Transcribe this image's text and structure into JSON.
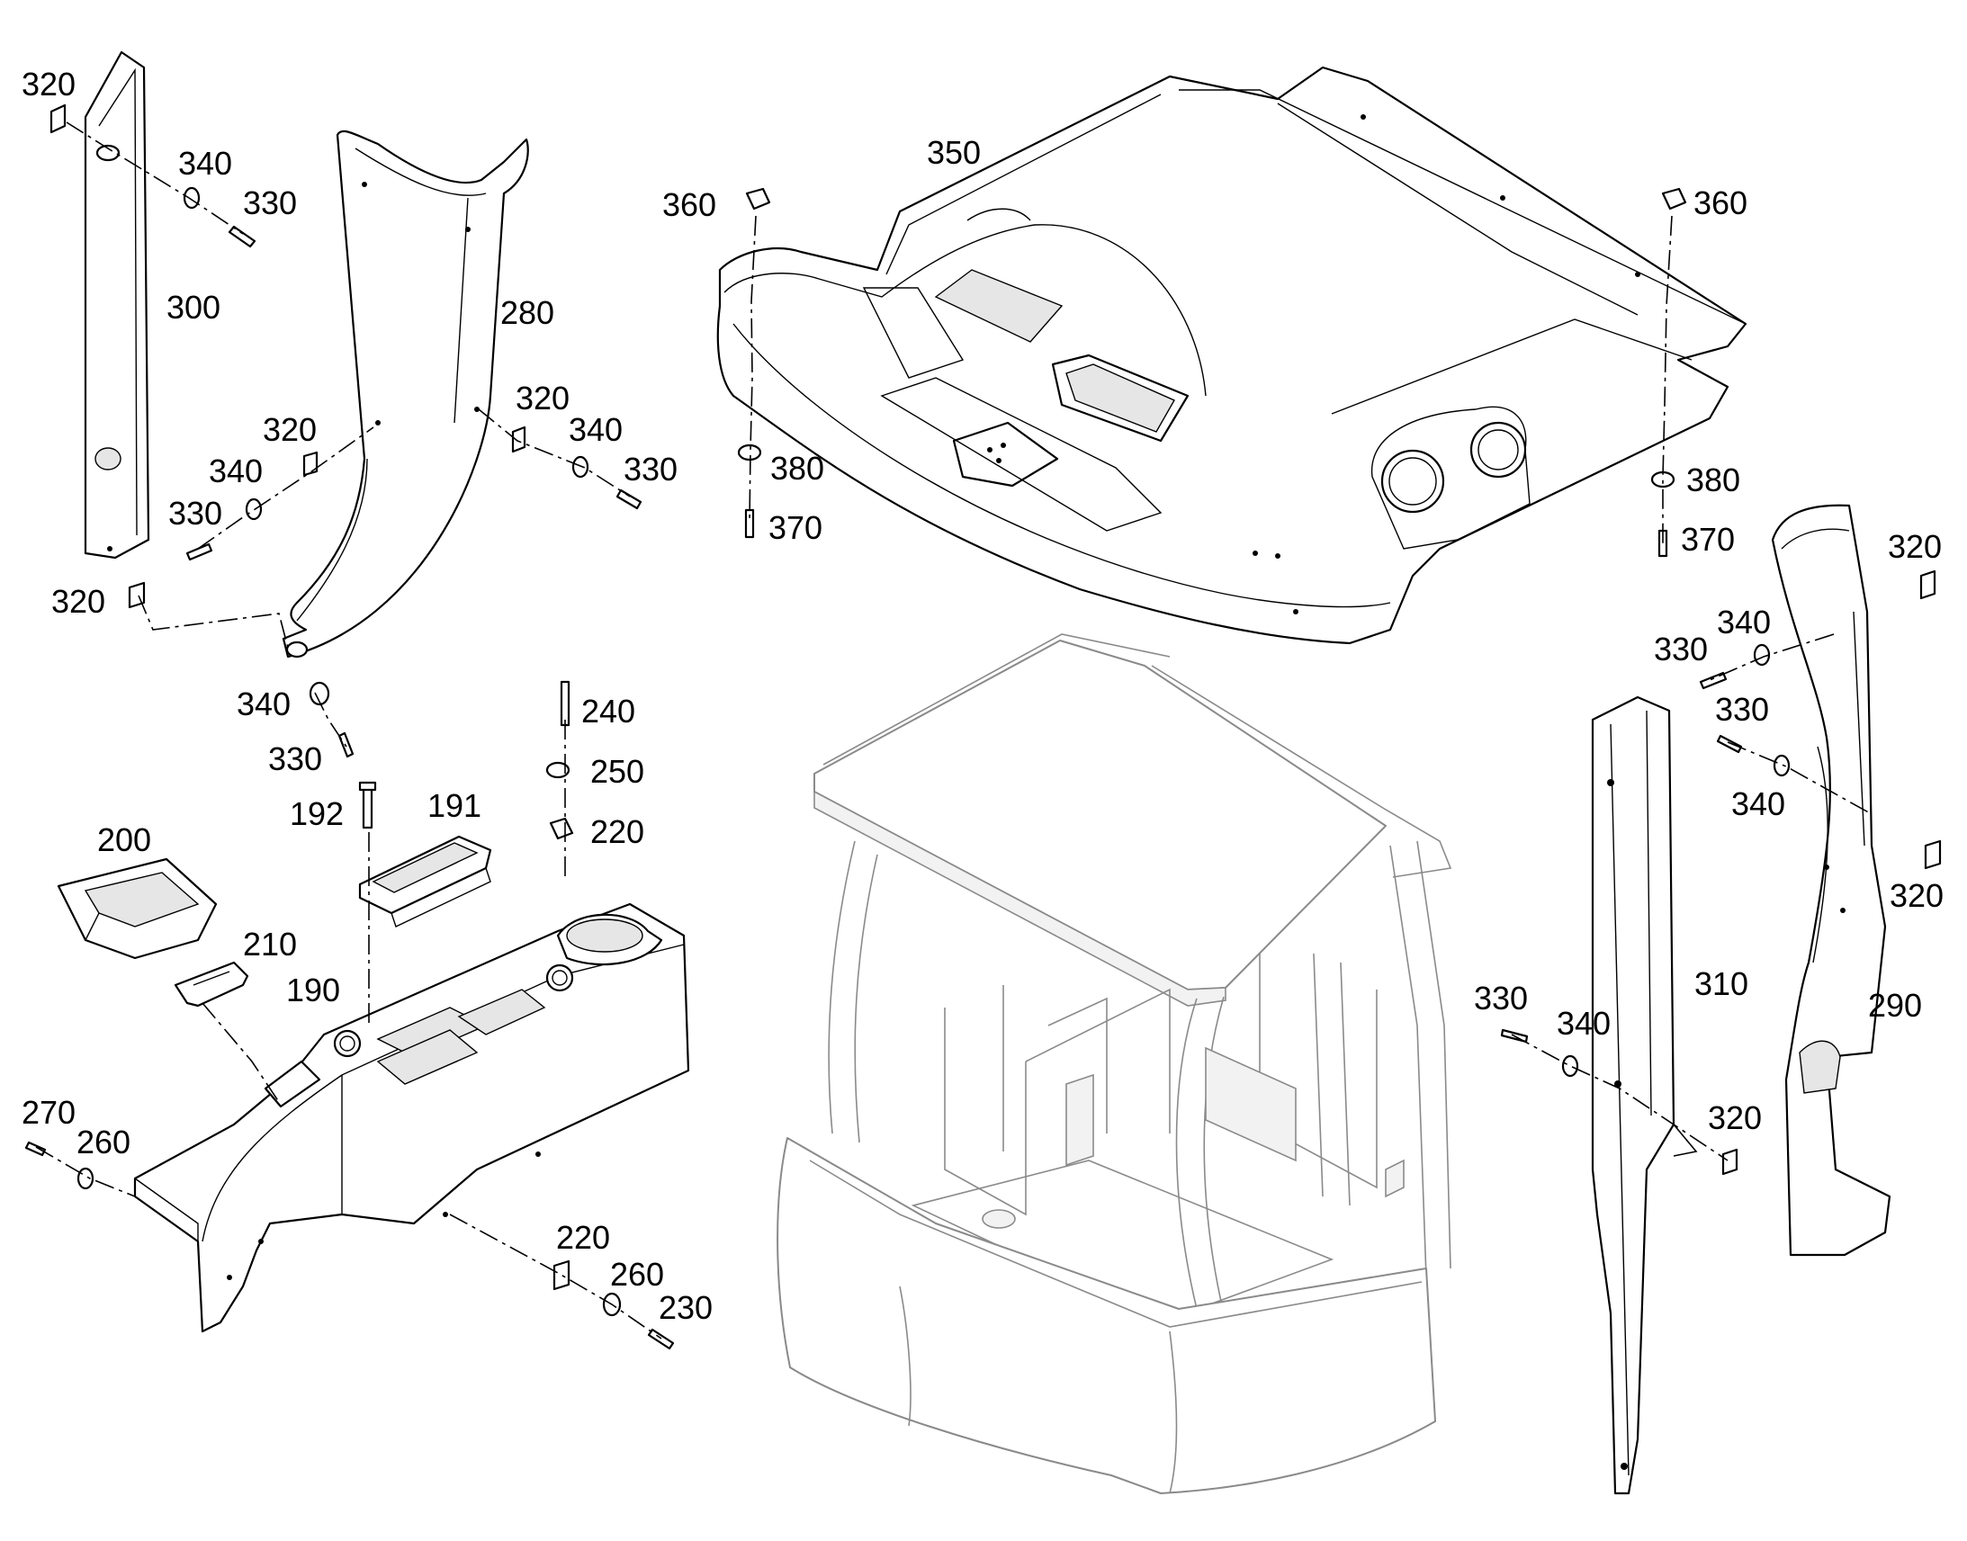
{
  "callouts": [
    {
      "id": "c1",
      "text": "320"
    },
    {
      "id": "c2",
      "text": "340"
    },
    {
      "id": "c3",
      "text": "330"
    },
    {
      "id": "c4",
      "text": "300"
    },
    {
      "id": "c5",
      "text": "280"
    },
    {
      "id": "c6",
      "text": "320"
    },
    {
      "id": "c7",
      "text": "320"
    },
    {
      "id": "c8",
      "text": "340"
    },
    {
      "id": "c9",
      "text": "330"
    },
    {
      "id": "c10",
      "text": "340"
    },
    {
      "id": "c11",
      "text": "330"
    },
    {
      "id": "c12",
      "text": "320"
    },
    {
      "id": "c13",
      "text": "340"
    },
    {
      "id": "c14",
      "text": "330"
    },
    {
      "id": "c15",
      "text": "350"
    },
    {
      "id": "c16",
      "text": "360"
    },
    {
      "id": "c17",
      "text": "360"
    },
    {
      "id": "c18",
      "text": "380"
    },
    {
      "id": "c19",
      "text": "370"
    },
    {
      "id": "c20",
      "text": "380"
    },
    {
      "id": "c21",
      "text": "370"
    },
    {
      "id": "c22",
      "text": "240"
    },
    {
      "id": "c23",
      "text": "250"
    },
    {
      "id": "c24",
      "text": "220"
    },
    {
      "id": "c25",
      "text": "192"
    },
    {
      "id": "c26",
      "text": "191"
    },
    {
      "id": "c27",
      "text": "200"
    },
    {
      "id": "c28",
      "text": "210"
    },
    {
      "id": "c29",
      "text": "190"
    },
    {
      "id": "c30",
      "text": "270"
    },
    {
      "id": "c31",
      "text": "260"
    },
    {
      "id": "c32",
      "text": "220"
    },
    {
      "id": "c33",
      "text": "260"
    },
    {
      "id": "c34",
      "text": "230"
    },
    {
      "id": "c35",
      "text": "320"
    },
    {
      "id": "c36",
      "text": "340"
    },
    {
      "id": "c37",
      "text": "330"
    },
    {
      "id": "c38",
      "text": "330"
    },
    {
      "id": "c39",
      "text": "340"
    },
    {
      "id": "c40",
      "text": "320"
    },
    {
      "id": "c41",
      "text": "290"
    },
    {
      "id": "c42",
      "text": "310"
    },
    {
      "id": "c43",
      "text": "330"
    },
    {
      "id": "c44",
      "text": "340"
    },
    {
      "id": "c45",
      "text": "320"
    }
  ]
}
